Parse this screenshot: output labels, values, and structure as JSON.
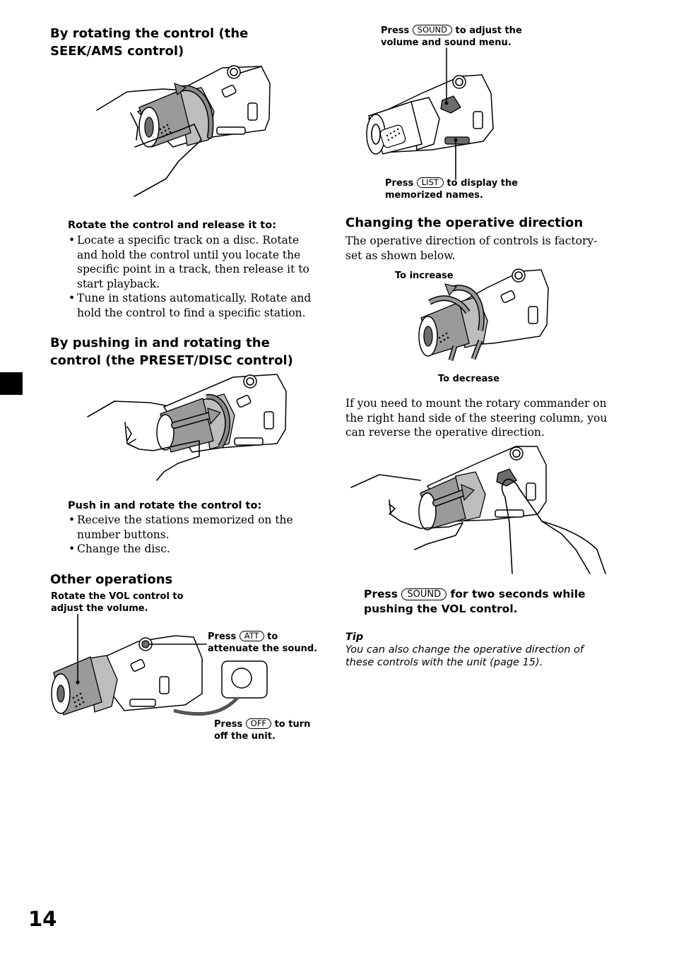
{
  "left": {
    "sec1_title": "By rotating the control (the SEEK/AMS control)",
    "sec1_sub": "Rotate the control and release it to:",
    "sec1_items": [
      "Locate a specific track on a disc. Rotate and hold the control until you locate the specific point in a track, then release it to start playback.",
      "Tune in stations automatically. Rotate and hold the control to find a specific station."
    ],
    "sec2_title": "By pushing in and rotating the control (the PRESET/DISC control)",
    "sec2_sub": "Push in and rotate the control to:",
    "sec2_items": [
      "Receive the stations memorized on the number buttons.",
      "Change the disc."
    ],
    "sec3_title": "Other operations",
    "cap_vol": "Rotate the VOL control to adjust the volume.",
    "cap_att": {
      "pre": "Press",
      "key": "ATT",
      "post": "to attenuate the sound."
    },
    "cap_off": {
      "pre": "Press",
      "key": "OFF",
      "post": "to turn off the unit."
    }
  },
  "right": {
    "cap_sound": {
      "pre": "Press",
      "key": "SOUND",
      "post": "to adjust the volume and sound menu."
    },
    "cap_list": {
      "pre": "Press",
      "key": "LIST",
      "post": "to display the memorized names."
    },
    "sec4_title": "Changing the operative direction",
    "sec4_body": "The operative direction of controls is factory-set as shown below.",
    "to_increase": "To increase",
    "to_decrease": "To decrease",
    "sec4_body2": "If you need to mount the rotary commander on the right hand side of the steering column, you can reverse the operative direction.",
    "cap_sound2": {
      "pre": "Press",
      "key": "SOUND",
      "post": "for two seconds while pushing the VOL control."
    },
    "tip_label": "Tip",
    "tip_text": "You can also change the operative direction of these controls with the unit (page 15)."
  },
  "page_number": "14"
}
